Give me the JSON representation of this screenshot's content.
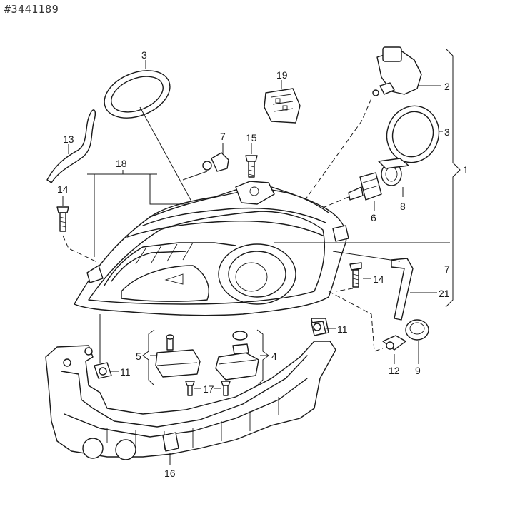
{
  "diagram": {
    "reference_id": "#3441189",
    "callouts": [
      {
        "key": "c3a",
        "text": "3"
      },
      {
        "key": "c19",
        "text": "19"
      },
      {
        "key": "c2",
        "text": "2"
      },
      {
        "key": "c3b",
        "text": "3"
      },
      {
        "key": "c1",
        "text": "1"
      },
      {
        "key": "c13",
        "text": "13"
      },
      {
        "key": "c7a",
        "text": "7"
      },
      {
        "key": "c15",
        "text": "15"
      },
      {
        "key": "c18",
        "text": "18"
      },
      {
        "key": "c14a",
        "text": "14"
      },
      {
        "key": "c8",
        "text": "8"
      },
      {
        "key": "c6",
        "text": "6"
      },
      {
        "key": "c7b",
        "text": "7"
      },
      {
        "key": "c14b",
        "text": "14"
      },
      {
        "key": "c21",
        "text": "21"
      },
      {
        "key": "c11a",
        "text": "11"
      },
      {
        "key": "c5",
        "text": "5"
      },
      {
        "key": "c4",
        "text": "4"
      },
      {
        "key": "c11b",
        "text": "11"
      },
      {
        "key": "c17",
        "text": "17"
      },
      {
        "key": "c12",
        "text": "12"
      },
      {
        "key": "c9",
        "text": "9"
      },
      {
        "key": "c16",
        "text": "16"
      }
    ]
  }
}
